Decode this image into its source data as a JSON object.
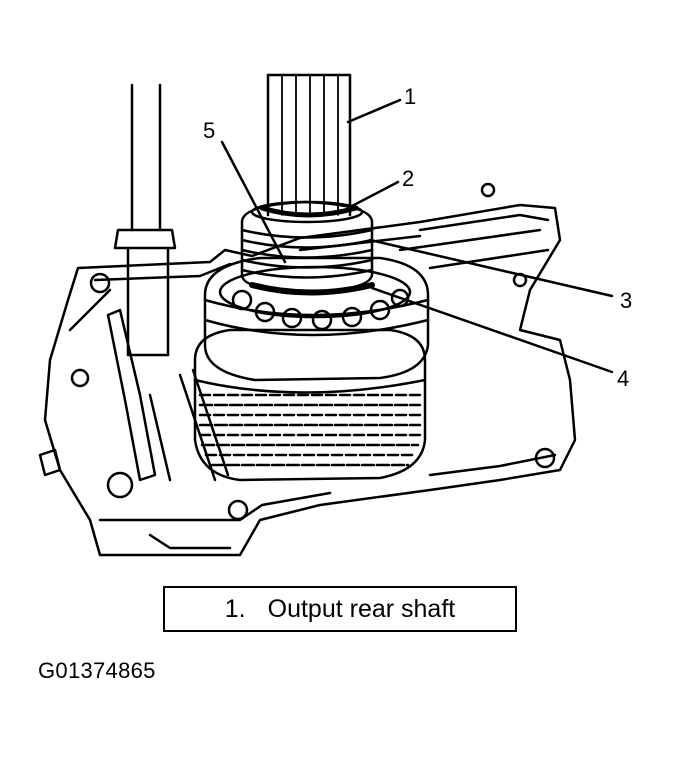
{
  "callouts": [
    "1",
    "2",
    "3",
    "4",
    "5"
  ],
  "legend": {
    "number": "1.",
    "text": "Output rear shaft"
  },
  "figure_id": "G01374865",
  "colors": {
    "ink": "#000000",
    "paper": "#ffffff"
  }
}
